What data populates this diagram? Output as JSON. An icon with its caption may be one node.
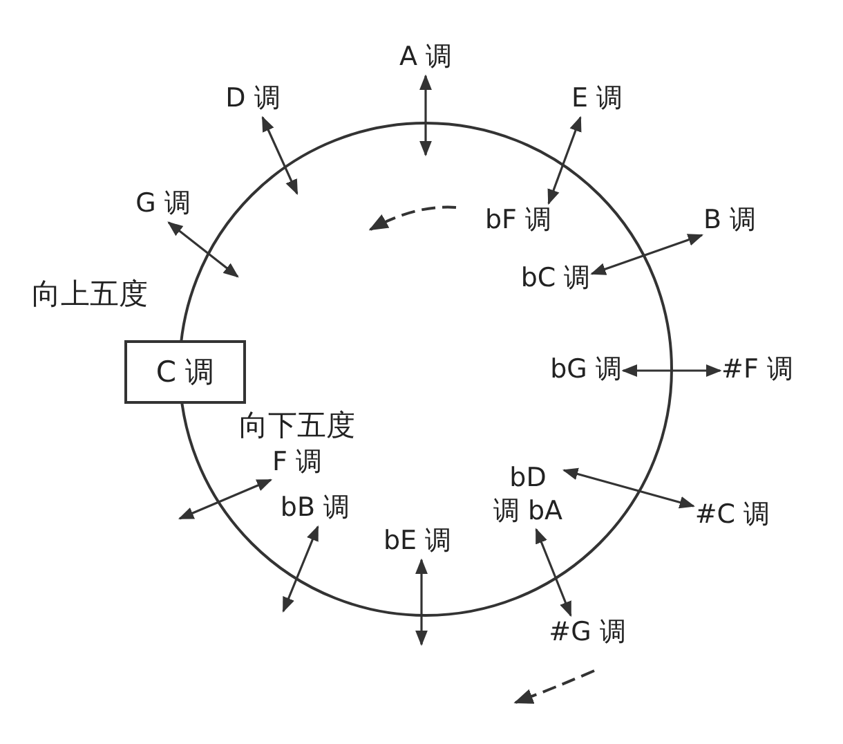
{
  "diagram": {
    "nodes": [
      {
        "text": [
          "A 调"
        ]
      },
      {
        "text": [
          "D 调"
        ]
      },
      {
        "text": [
          "E 调"
        ]
      },
      {
        "text": [
          "G 调"
        ]
      },
      {
        "text": [
          "bF 调"
        ]
      },
      {
        "text": [
          "B 调"
        ]
      },
      {
        "text": [
          "bC 调"
        ]
      },
      {
        "text": [
          "C 调"
        ]
      },
      {
        "text": [
          "bG 调"
        ]
      },
      {
        "text": [
          "#F 调"
        ]
      },
      {
        "text": [
          "F 调"
        ]
      },
      {
        "text": [
          "bD",
          "调 bA"
        ]
      },
      {
        "text": [
          "#C 调"
        ]
      },
      {
        "text": [
          "bB 调"
        ]
      },
      {
        "text": [
          "bE 调"
        ]
      },
      {
        "text": [
          "#G 调"
        ]
      }
    ],
    "edges": [
      {
        "from": 0,
        "to": null,
        "arrow": "both"
      },
      {
        "from": 1,
        "to": null,
        "arrow": "both"
      },
      {
        "from": 2,
        "to": 4,
        "arrow": "both"
      },
      {
        "from": 3,
        "to": null,
        "arrow": "both"
      },
      {
        "from": 5,
        "to": 6,
        "arrow": "both"
      },
      {
        "from": 8,
        "to": 9,
        "arrow": "both"
      },
      {
        "from": 11,
        "to": 12,
        "arrow": "both"
      },
      {
        "from": 11,
        "to": 15,
        "arrow": "both"
      },
      {
        "from": 10,
        "to": null,
        "arrow": "both"
      },
      {
        "from": 13,
        "to": null,
        "arrow": "both"
      },
      {
        "from": 14,
        "to": null,
        "arrow": "both"
      }
    ],
    "labels": [
      "向上五度",
      "向下五度"
    ]
  }
}
